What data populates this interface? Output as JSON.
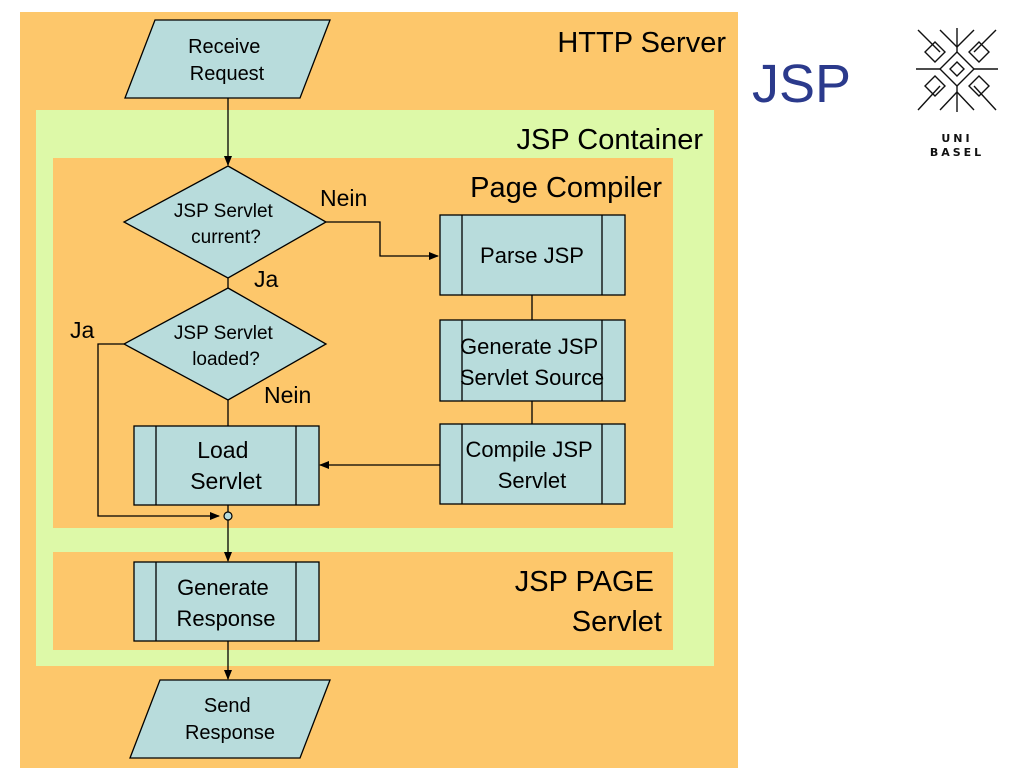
{
  "slide": {
    "title": "JSP"
  },
  "logo": {
    "line1": "UNI",
    "line2": "BASEL"
  },
  "regions": {
    "http_server": "HTTP Server",
    "jsp_container": "JSP Container",
    "page_compiler": "Page Compiler",
    "jsp_page_servlet": [
      "JSP PAGE",
      "Servlet"
    ]
  },
  "nodes": {
    "receive_request": [
      "Receive",
      "Request"
    ],
    "servlet_current": [
      "JSP Servlet",
      "current?"
    ],
    "servlet_loaded": [
      "JSP Servlet",
      "loaded?"
    ],
    "load_servlet": [
      "Load",
      "Servlet"
    ],
    "parse_jsp": [
      "Parse JSP"
    ],
    "generate_source": [
      "Generate JSP",
      "Servlet Source"
    ],
    "compile_servlet": [
      "Compile JSP",
      "Servlet"
    ],
    "generate_response": [
      "Generate",
      "Response"
    ],
    "send_response": [
      "Send",
      "Response"
    ]
  },
  "edge_labels": {
    "current_no": "Nein",
    "current_yes": "Ja",
    "loaded_yes": "Ja",
    "loaded_no": "Nein"
  },
  "colors": {
    "orange": "#fdc76b",
    "light_green": "#ddf9a8",
    "shape_fill": "#b8dcdc",
    "title_blue": "#2b3a8c"
  }
}
